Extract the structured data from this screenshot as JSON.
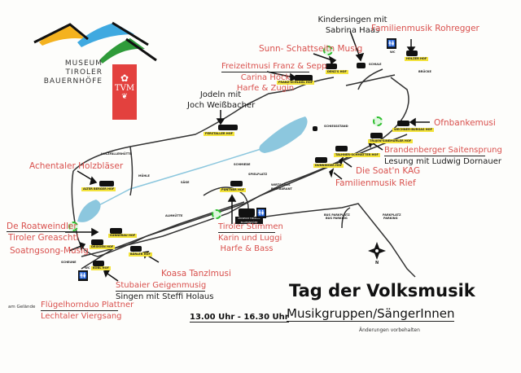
{
  "logo": {
    "lines": [
      "MUSEUM",
      "TIROLER",
      "BAUERNHÖFE"
    ],
    "badge": "TVM"
  },
  "event": {
    "title": "Tag der Volksmusik",
    "time": "13.00 Uhr - 16.30 Uhr",
    "subtitle": "Musikgruppen/SängerInnen",
    "note": "Änderungen vorbehalten"
  },
  "performers": {
    "kindersingen": "Kindersingen mit",
    "kindersingen2": "Sabrina Haas",
    "rohregger": "Familienmusik Rohregger",
    "sunn": "Sunn- Schattseitn Musig",
    "freizeit": "Freizeitmusi Franz & Sepp",
    "carina": "Carina Höck",
    "carina2": "Harfe & Zugin",
    "jodeln": "Jodeln mit",
    "jodeln2": "Joch Weißbacher",
    "ofnbanke": "Ofnbankemusi",
    "achentaler": "Achentaler Holzbläser",
    "brandenberger": "Brandenberger Saitensprung",
    "lesung": "Lesung mit Ludwig Dornauer",
    "soatn": "Die Soat'n KAG",
    "rief": "Familienmusik Rief",
    "roatweindler": "De Roatweindler",
    "greaschtl": "Tiroler Greaschtl",
    "soatngsong": "Soatngsong-Musig",
    "tirolerstimmen": "Tiroler Stimmen",
    "karin": "Karin und Luggi",
    "karin2": "Harfe & Bass",
    "koasa": "Koasa Tanzlmusi",
    "stubaier": "Stubaier Geigenmusig",
    "steffi": "Singen mit Steffi Holaus",
    "gelaende_prefix": "am Gelände",
    "fluegelhorn": "Flügelhornduo Plattner",
    "lechtaler": "Lechtaler Viergsang"
  },
  "map_labels": {
    "holzfaeller": "HOLZFÄLLERHÜTTE",
    "muehle": "MÜHLE",
    "saege": "SÄGE",
    "almhuette": "ALMHÜTTE",
    "schmiede": "SCHMIEDE",
    "spielplatz": "SPIELPLATZ",
    "wirtshaus": "WIRTSHAUS",
    "wirtshaus_sub": "RESTAURANT",
    "schiessstand": "SCHIESSSTAND",
    "schule": "SCHULE",
    "bruecke": "BRÜCKE",
    "scheune": "SCHEUNE",
    "museum": "MUSEUM TIROLER BAUERNHÖFE",
    "bus": "BUS PARKPLATZ",
    "bus_sub": "BUS PARKING",
    "parkplatz": "PARKPLATZ",
    "parkplatz_sub": "PARKING",
    "wc": "WC",
    "north": "N",
    "gemeinschaft": "GEMEINSCHAFT"
  },
  "farm_tags": {
    "alter_bergerhof": "ALTER BERGER HOF",
    "perstaller": "PERSTALLER HOF",
    "franzschlagl": "FRANZ-SCHLAGL HOF",
    "denz": "DENZ'S HOF",
    "holzer": "HOLZER HOF",
    "wechner": "WECHNER-BURGAS HOF",
    "trujen": "TRUJEN-SINEMÜHLER HOF",
    "talhner": "TALHNER-SCHMATTER HOF",
    "dunninger": "DUNNINGER HOF",
    "puntner": "PUNTNER HOF",
    "sunnerau": "SUNNERAU HOF",
    "drexen": "DRIXOEN HOF",
    "baerler": "BÄRLER HOF",
    "koebl": "KÖBL HOF"
  },
  "colors": {
    "performer_red": "#d9514e",
    "tag_yellow": "#f3e33b",
    "water_blue": "#8cc7de",
    "tvm_red": "#e3413e"
  }
}
